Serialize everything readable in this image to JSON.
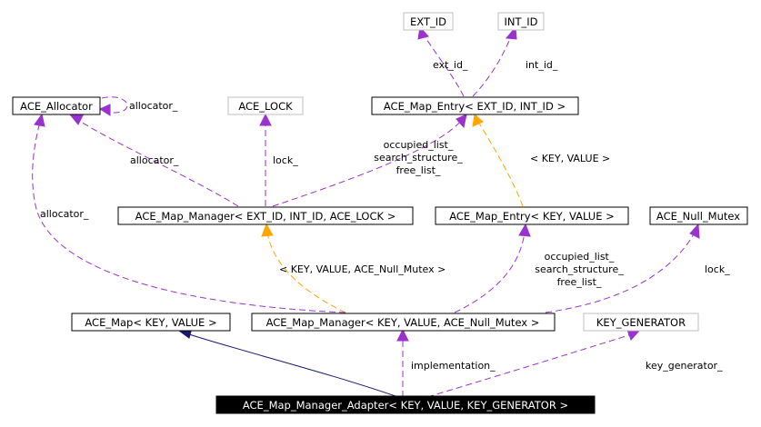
{
  "nodes": {
    "ext_id": "EXT_ID",
    "int_id": "INT_ID",
    "ace_allocator": "ACE_Allocator",
    "ace_lock": "ACE_LOCK",
    "map_entry_ext_int": "ACE_Map_Entry< EXT_ID, INT_ID >",
    "map_manager_ext_int_lock": "ACE_Map_Manager< EXT_ID, INT_ID, ACE_LOCK >",
    "map_entry_key_value": "ACE_Map_Entry< KEY, VALUE >",
    "ace_null_mutex": "ACE_Null_Mutex",
    "ace_map_key_value": "ACE_Map< KEY, VALUE >",
    "map_manager_key_value_null": "ACE_Map_Manager< KEY, VALUE, ACE_Null_Mutex >",
    "key_generator": "KEY_GENERATOR",
    "adapter": "ACE_Map_Manager_Adapter< KEY, VALUE, KEY_GENERATOR >"
  },
  "labels": {
    "ext_id": "ext_id_",
    "int_id": "int_id_",
    "allocator_self": "allocator_",
    "allocator_mid": "allocator_",
    "allocator_left": "allocator_",
    "lock_upper": "lock_",
    "occupied_upper": [
      "occupied_list_",
      "search_structure_",
      "free_list_"
    ],
    "template_key_value": "< KEY, VALUE >",
    "template_null_mutex": "< KEY, VALUE, ACE_Null_Mutex >",
    "occupied_lower": [
      "occupied_list_",
      "search_structure_",
      "free_list_"
    ],
    "lock_lower": "lock_",
    "implementation": "implementation_",
    "key_generator": "key_generator_"
  },
  "colors": {
    "member_edge": "#9a32cd",
    "template_edge": "#ffa500",
    "inheritance_edge": "#191970",
    "focus_node_fill": "#000000",
    "undocumented_node_border": "#bfbfbf"
  }
}
